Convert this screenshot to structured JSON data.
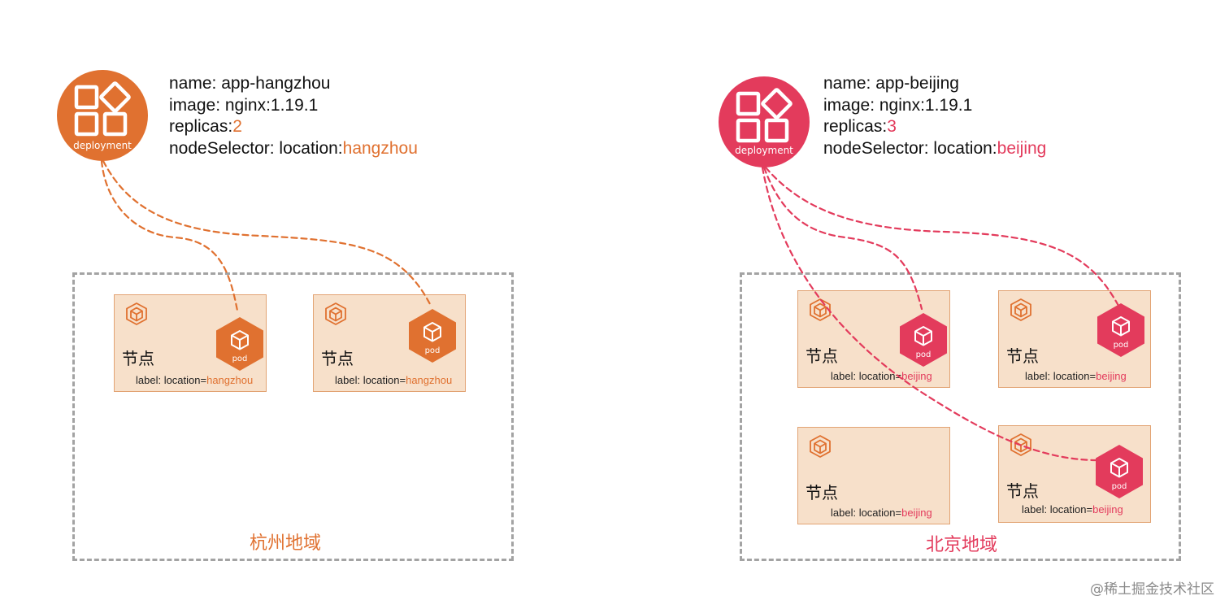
{
  "colors": {
    "hangzhou": "#e07130",
    "beijing": "#e33b5c",
    "node_fill": "#f7e0ca",
    "region_border": "#a3a3a3"
  },
  "hangzhou": {
    "deployment_label": "deployment",
    "info": {
      "name_key": "name: ",
      "name_value": "app-hangzhou",
      "image_key": "image: ",
      "image_value": "nginx:1.19.1",
      "replicas_key": "replicas:",
      "replicas_value": "2",
      "selector_key": "nodeSelector: location:",
      "selector_value": "hangzhou"
    },
    "region_label": "杭州地域",
    "nodes": [
      {
        "title": "节点",
        "label_key": "label: location=",
        "label_value": "hangzhou",
        "pod_label": "pod"
      },
      {
        "title": "节点",
        "label_key": "label: location=",
        "label_value": "hangzhou",
        "pod_label": "pod"
      }
    ]
  },
  "beijing": {
    "deployment_label": "deployment",
    "info": {
      "name_key": "name: ",
      "name_value": "app-beijing",
      "image_key": "image: ",
      "image_value": "nginx:1.19.1",
      "replicas_key": "replicas:",
      "replicas_value": "3",
      "selector_key": "nodeSelector: location:",
      "selector_value": "beijing"
    },
    "region_label": "北京地域",
    "nodes": [
      {
        "title": "节点",
        "label_key": "label: location=",
        "label_value": "beijing",
        "pod_label": "pod"
      },
      {
        "title": "节点",
        "label_key": "label: location=",
        "label_value": "beijing",
        "pod_label": "pod"
      },
      {
        "title": "节点",
        "label_key": "label: location=",
        "label_value": "beijing"
      },
      {
        "title": "节点",
        "label_key": "label: location=",
        "label_value": "beijing",
        "pod_label": "pod"
      }
    ]
  },
  "watermark": "@稀土掘金技术社区"
}
